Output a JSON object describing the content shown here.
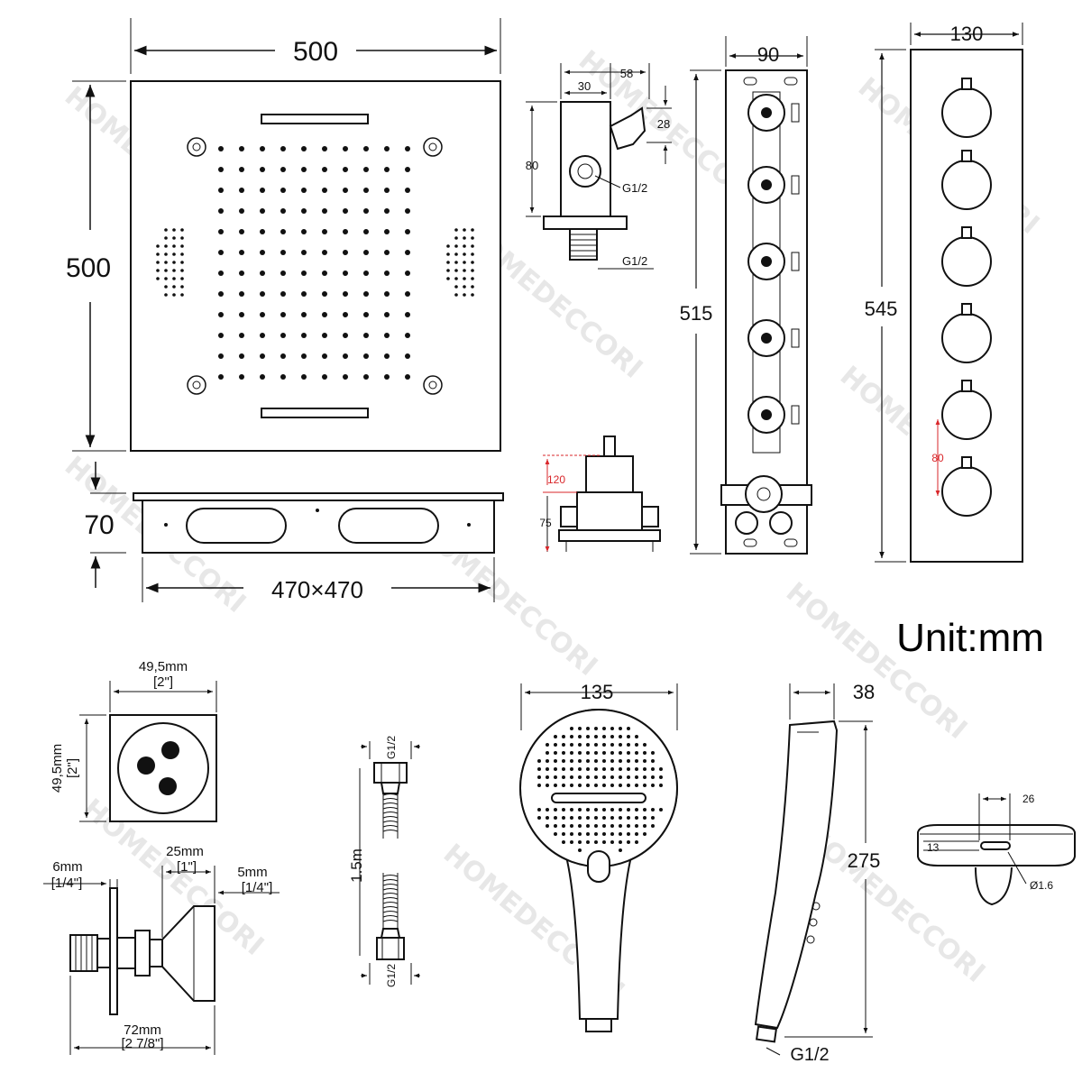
{
  "watermark": "HOMEDECCORI",
  "unit_label": "Unit:mm",
  "shower_head": {
    "width": "500",
    "height": "500",
    "depth": "70",
    "recess": "470×470"
  },
  "wall_bracket": {
    "dim_58": "58",
    "dim_30": "30",
    "dim_28": "28",
    "dim_80": "80",
    "thread_top": "G1/2",
    "thread_bottom": "G1/2"
  },
  "valve_cartridge": {
    "dim_120": "120",
    "dim_75": "75"
  },
  "valve_body": {
    "width": "90",
    "height": "515"
  },
  "control_panel": {
    "width": "130",
    "height": "545",
    "spacing": "80"
  },
  "body_jet": {
    "width": "49,5mm",
    "width_in": "[2\"]",
    "height": "49,5mm",
    "height_in": "[2\"]",
    "dim_25": "25mm",
    "dim_25_in": "[1\"]",
    "dim_6": "6mm",
    "dim_6_in": "[1/4\"]",
    "dim_5": "5mm",
    "dim_5_in": "[1/4\"]",
    "dim_72": "72mm",
    "dim_72_in": "[2 7/8\"]"
  },
  "hose": {
    "length": "1.5m",
    "thread_top": "G1/2",
    "thread_bottom": "G1/2"
  },
  "hand_shower": {
    "width": "135",
    "depth": "38",
    "length": "275",
    "thread": "G1/2",
    "dim_26": "26",
    "dim_13": "13",
    "dia": "Ø1.6"
  }
}
